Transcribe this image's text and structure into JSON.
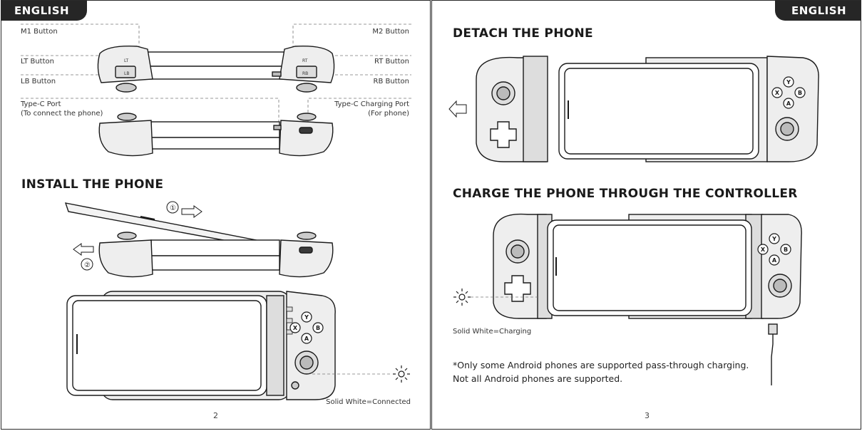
{
  "left_page": {
    "lang_tab": "ENGLISH",
    "labels": {
      "m1": "M1 Button",
      "m2": "M2 Button",
      "lt": "LT Button",
      "rt": "RT Button",
      "lb": "LB Button",
      "rb": "RB Button",
      "typec_port_line1": "Type-C Port",
      "typec_port_line2": "(To connect the phone)",
      "typec_charging_line1": "Type-C Charging Port",
      "typec_charging_line2": "(For phone)"
    },
    "controller_marks": {
      "lt": "LT",
      "lb": "LB",
      "rt": "RT",
      "rb": "RB"
    },
    "install_heading": "INSTALL THE PHONE",
    "steps": {
      "one": "①",
      "two": "②"
    },
    "status_connected": "Solid White=Connected",
    "page_number": "2"
  },
  "right_page": {
    "lang_tab": "ENGLISH",
    "detach_heading": "DETACH THE PHONE",
    "charge_heading": "CHARGE THE PHONE THROUGH THE CONTROLLER",
    "status_charging": "Solid White=Charging",
    "note_line1": "*Only some Android phones are supported pass-through charging.",
    "note_line2": "Not all Android phones are supported.",
    "page_number": "3"
  },
  "buttons": {
    "y": "Y",
    "x": "X",
    "b": "B",
    "a": "A"
  },
  "colors": {
    "ink": "#1a1a1a",
    "tab": "#262626",
    "body_fill": "#e9e9e9",
    "dark_part": "#3a3a3a"
  }
}
